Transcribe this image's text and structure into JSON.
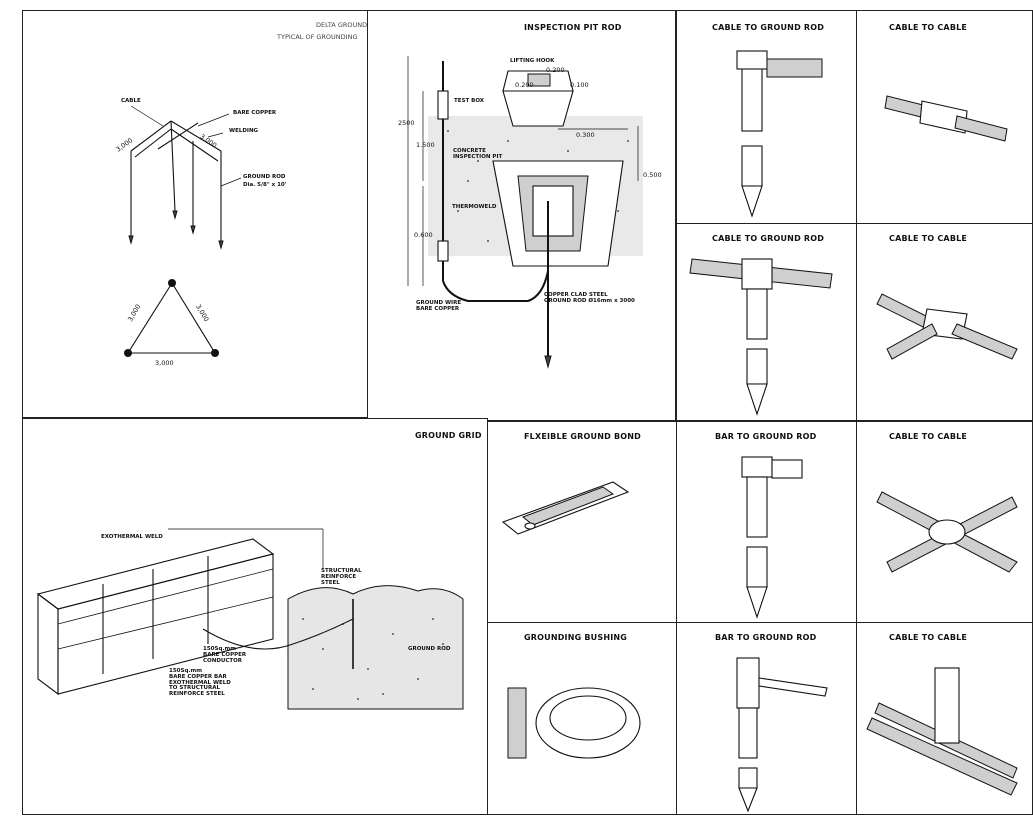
{
  "delta": {
    "title1": "DELTA GROUND",
    "title2": "TYPICAL OF GROUNDING",
    "cable": "CABLE",
    "bare_copper": "BARE COPPER",
    "welding": "WELDING",
    "ground_rod": "GROUND ROD",
    "ground_rod_size": "Dia. 5/8\" x 10'",
    "dim": "3,000"
  },
  "pit": {
    "title": "INSPECTION PIT ROD",
    "lifting_hook": "LIFTING HOOK",
    "d0200a": "0.200",
    "d0200b": "0.200",
    "d0100": "0.100",
    "d0300": "0.300",
    "d0500": "0.500",
    "d2500": "2500",
    "d1500": "1.500",
    "d0600": "0.600",
    "test_box": "TEST BOX",
    "concrete_pit": "CONCRETE\nINSPECTION PIT",
    "thermoweld": "THERMOWELD",
    "ground_wire": "GROUND WIRE\nBARE COPPER",
    "rod_note": "COPPER CLAD STEEL\nGROUND ROD Ø16mm x 3000"
  },
  "grid": {
    "title": "GROUND GRID",
    "exothermal": "EXOTHERMAL WELD",
    "structural": "STRUCTURAL\nREINFORCE\nSTEEL",
    "conductor": "150Sq.mm\nBARE COPPER\nCONDUCTOR",
    "bar": "150Sq.mm\nBARE COPPER BAR\nEXOTHERMAL WELD\nTO STRUCTURAL\nREINFORCE STEEL",
    "ground_rod": "GROUND ROD"
  },
  "cells": {
    "c1": "CABLE TO GROUND ROD",
    "c2": "CABLE TO CABLE",
    "c3": "CABLE TO GROUND ROD",
    "c4": "CABLE TO CABLE",
    "c5": "FLXEIBLE GROUND BOND",
    "c6": "BAR TO GROUND ROD",
    "c7": "CABLE TO CABLE",
    "c8": "GROUNDING BUSHING",
    "c9": "BAR TO GROUND ROD",
    "c10": "CABLE TO CABLE"
  }
}
